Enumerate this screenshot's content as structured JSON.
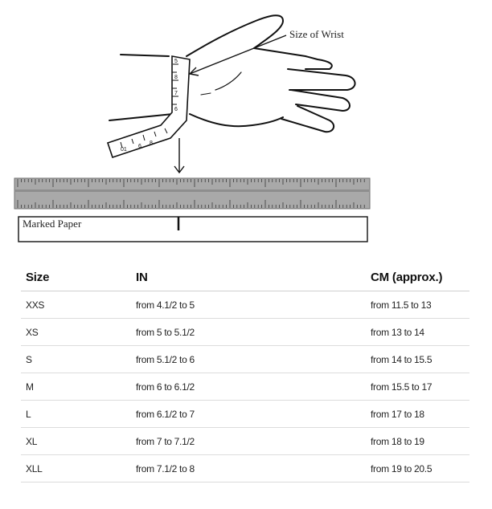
{
  "illustration": {
    "wrist_label": "Size of Wrist",
    "paper_label": "Marked Paper"
  },
  "table": {
    "headers": [
      "Size",
      "IN",
      "CM (approx.)"
    ],
    "rows": [
      [
        "XXS",
        "from 4.1/2 to 5",
        "from 11.5 to 13"
      ],
      [
        "XS",
        "from 5 to 5.1/2",
        "from 13 to 14"
      ],
      [
        "S",
        "from 5.1/2 to 6",
        "from 14 to 15.5"
      ],
      [
        "M",
        "from 6 to 6.1/2",
        "from 15.5 to 17"
      ],
      [
        "L",
        "from 6.1/2 to 7",
        "from 17 to 18"
      ],
      [
        "XL",
        "from 7 to 7.1/2",
        "from 18 to 19"
      ],
      [
        "XLL",
        "from 7.1/2 to 8",
        "from 19 to 20.5"
      ]
    ]
  }
}
